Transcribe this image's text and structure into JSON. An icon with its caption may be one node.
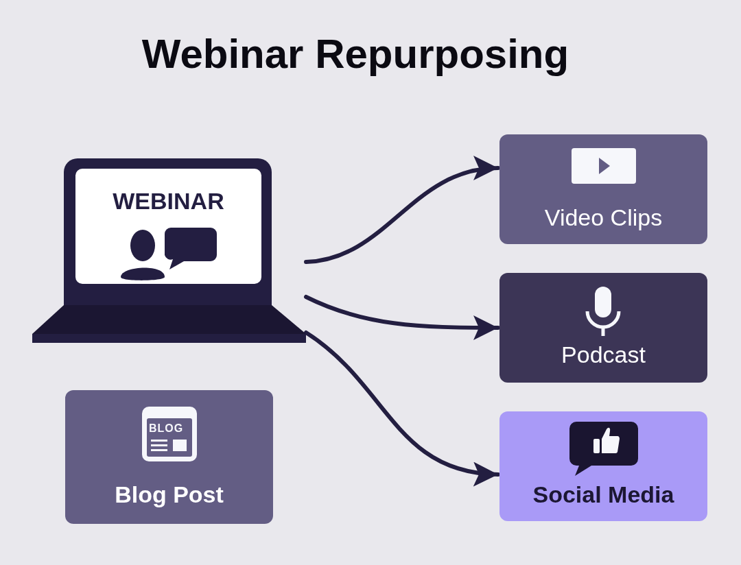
{
  "diagram": {
    "title": "Webinar Repurposing",
    "nodes": [
      {
        "text": [
          "WEBINAR"
        ]
      },
      {
        "text": [
          "Video Clips"
        ]
      },
      {
        "text": [
          "Podcast"
        ]
      },
      {
        "text": [
          "Social Media"
        ]
      },
      {
        "text": [
          "BLOG",
          "Blog Post"
        ]
      }
    ],
    "edges": [
      {
        "from": 0,
        "to": 1,
        "arrow": "to"
      },
      {
        "from": 0,
        "to": 2,
        "arrow": "to"
      },
      {
        "from": 0,
        "to": 3,
        "arrow": "to"
      }
    ]
  }
}
